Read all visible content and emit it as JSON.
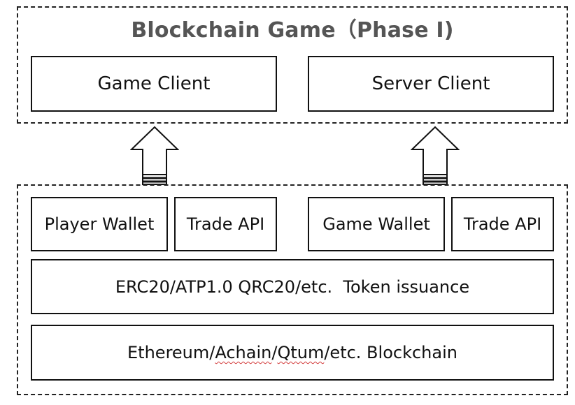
{
  "top_panel": {
    "title": "Blockchain Game（Phase I)",
    "boxes": [
      "Game Client",
      "Server Client"
    ]
  },
  "bottom_panel": {
    "top_row": [
      "Player Wallet",
      "Trade API",
      "Game Wallet",
      "Trade API"
    ],
    "token_layer": "ERC20/ATP1.0 QRC20/etc.  Token issuance",
    "blockchain_layer": {
      "part1": "Ethereum/",
      "part2": "Achain",
      "part3": "/",
      "part4": "Qtum",
      "part5": "/etc. Blockchain"
    }
  },
  "arrows": [
    "up",
    "up"
  ]
}
